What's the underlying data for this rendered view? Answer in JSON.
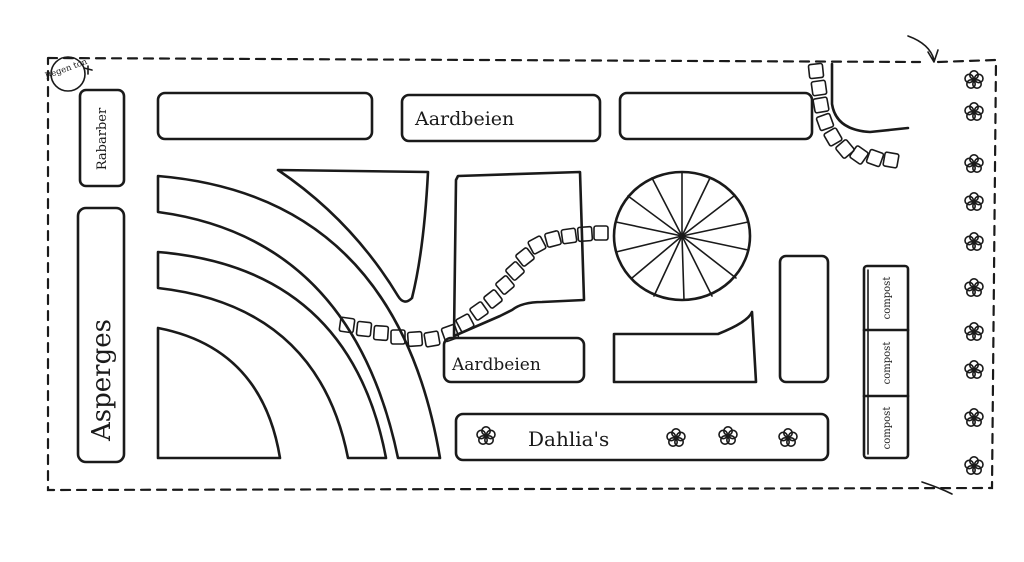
{
  "labels": {
    "regenton": "Regen ton",
    "rabarber": "Rabarber",
    "asperges": "Asperges",
    "aardbeien_top": "Aardbeien",
    "aardbeien_mid": "Aardbeien",
    "dahlias": "Dahlia's",
    "compost": [
      "compost",
      "compost",
      "compost"
    ]
  },
  "icons": {
    "flower": "flower-icon",
    "stepping_stone": "stepping-stone-icon",
    "arrow": "curved-arrow-icon"
  },
  "colors": {
    "ink": "#1a1a1a",
    "paper": "#ffffff"
  }
}
